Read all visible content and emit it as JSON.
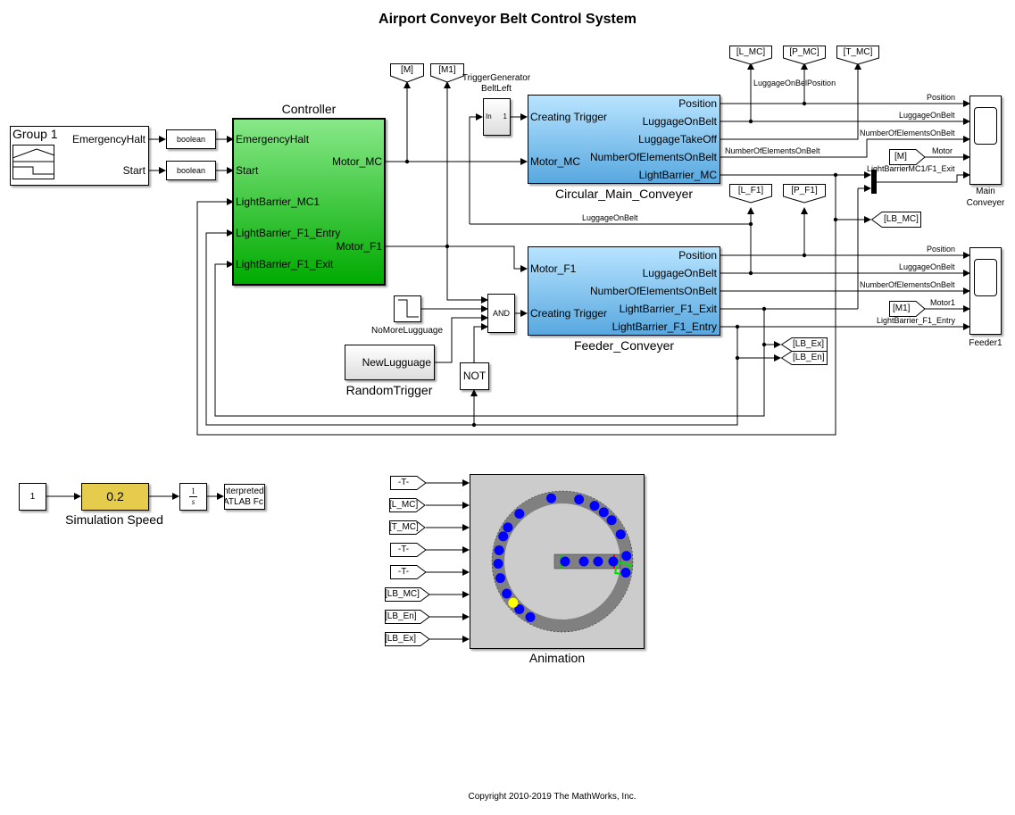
{
  "title": "Airport Conveyor Belt Control System",
  "copyright": "Copyright 2010-2019 The MathWorks, Inc.",
  "group1": {
    "name": "Group 1",
    "outputs": [
      "EmergencyHalt",
      "Start"
    ]
  },
  "conversions": [
    "boolean",
    "boolean"
  ],
  "controller": {
    "name": "Controller",
    "inputs": [
      "EmergencyHalt",
      "Start",
      "LightBarrier_MC1",
      "LightBarrier_F1_Entry",
      "LightBarrier_F1_Exit"
    ],
    "outputs": [
      "Motor_MC",
      "Motor_F1"
    ]
  },
  "trigger_generator": {
    "name_line1": "TriggerGenerator",
    "name_line2": "BeltLeft",
    "in_label": "In",
    "out_label": "1"
  },
  "main_conveyer": {
    "name": "Circular_Main_Conveyer",
    "inputs": [
      "Creating Trigger",
      "Motor_MC"
    ],
    "outputs": [
      "Position",
      "LuggageOnBelt",
      "LuggageTakeOff",
      "NumberOfElementsOnBelt",
      "LightBarrier_MC"
    ]
  },
  "feeder_conveyer": {
    "name": "Feeder_Conveyer",
    "inputs": [
      "Motor_F1",
      "Creating Trigger"
    ],
    "outputs": [
      "Position",
      "LuggageOnBelt",
      "NumberOfElementsOnBelt",
      "LightBarrier_F1_Exit",
      "LightBarrier_F1_Entry"
    ]
  },
  "goto_tags_top": [
    "[M]",
    "[M1]",
    "[L_MC]",
    "[P_MC]",
    "[T_MC]",
    "[L_F1]",
    "[P_F1]"
  ],
  "goto_tags_right": [
    "[LB_MC]",
    "[LB_Ex]",
    "[LB_En]"
  ],
  "from_tags_scope": [
    "[M]",
    "[M1]"
  ],
  "logic": {
    "and_label": "AND",
    "not_label": "NOT",
    "step_name": "NoMoreLugguage",
    "random_name": "RandomTrigger",
    "random_port": "NewLugguage"
  },
  "signal_labels": {
    "luggage_on_belt_position": "LuggageOnBelPosition",
    "main_position": "Position",
    "main_luggage": "LuggageOnBelt",
    "main_count_top": "NumberOfElementsOnBelt",
    "main_count_mid": "NumberOfElementsOnBelt",
    "main_motor": "Motor",
    "main_lb": "LightBarrierMC1/F1_Exit",
    "loop_luggage": "LuggageOnBelt",
    "feeder_position": "Position",
    "feeder_luggage": "LuggageOnBelt",
    "feeder_count": "NumberOfElementsOnBelt",
    "feeder_motor": "Motor1",
    "feeder_lb": "LightBarrier_F1_Entry"
  },
  "scopes": [
    {
      "name_line1": "Main",
      "name_line2": "Conveyer"
    },
    {
      "name_line1": "Feeder1",
      "name_line2": ""
    }
  ],
  "sim_speed": {
    "constant": "1",
    "gain": "0.2",
    "gain_name": "Simulation Speed",
    "integrator_num": "1",
    "integrator_den": "s",
    "fcn_line1": "nterpreted",
    "fcn_line2": "ATLAB Fc"
  },
  "animation": {
    "name": "Animation",
    "inputs": [
      "-T-",
      "[L_MC]",
      "[T_MC]",
      "-T-",
      "-T-",
      "[LB_MC]",
      "[LB_En]",
      "[LB_Ex]"
    ],
    "ring_items": 19,
    "feeder_items": 4,
    "highlighted_items": 1,
    "colors": {
      "item": "#0000ff",
      "highlight": "#ffff00",
      "belt": "#808080",
      "background": "#cccccc",
      "entry_barrier": "#00cc00",
      "exit_barrier": "#ff0000"
    }
  },
  "colors": {
    "controller": "#22bb22",
    "conveyer": "#70b8ec",
    "gain": "#e6cc4c"
  }
}
